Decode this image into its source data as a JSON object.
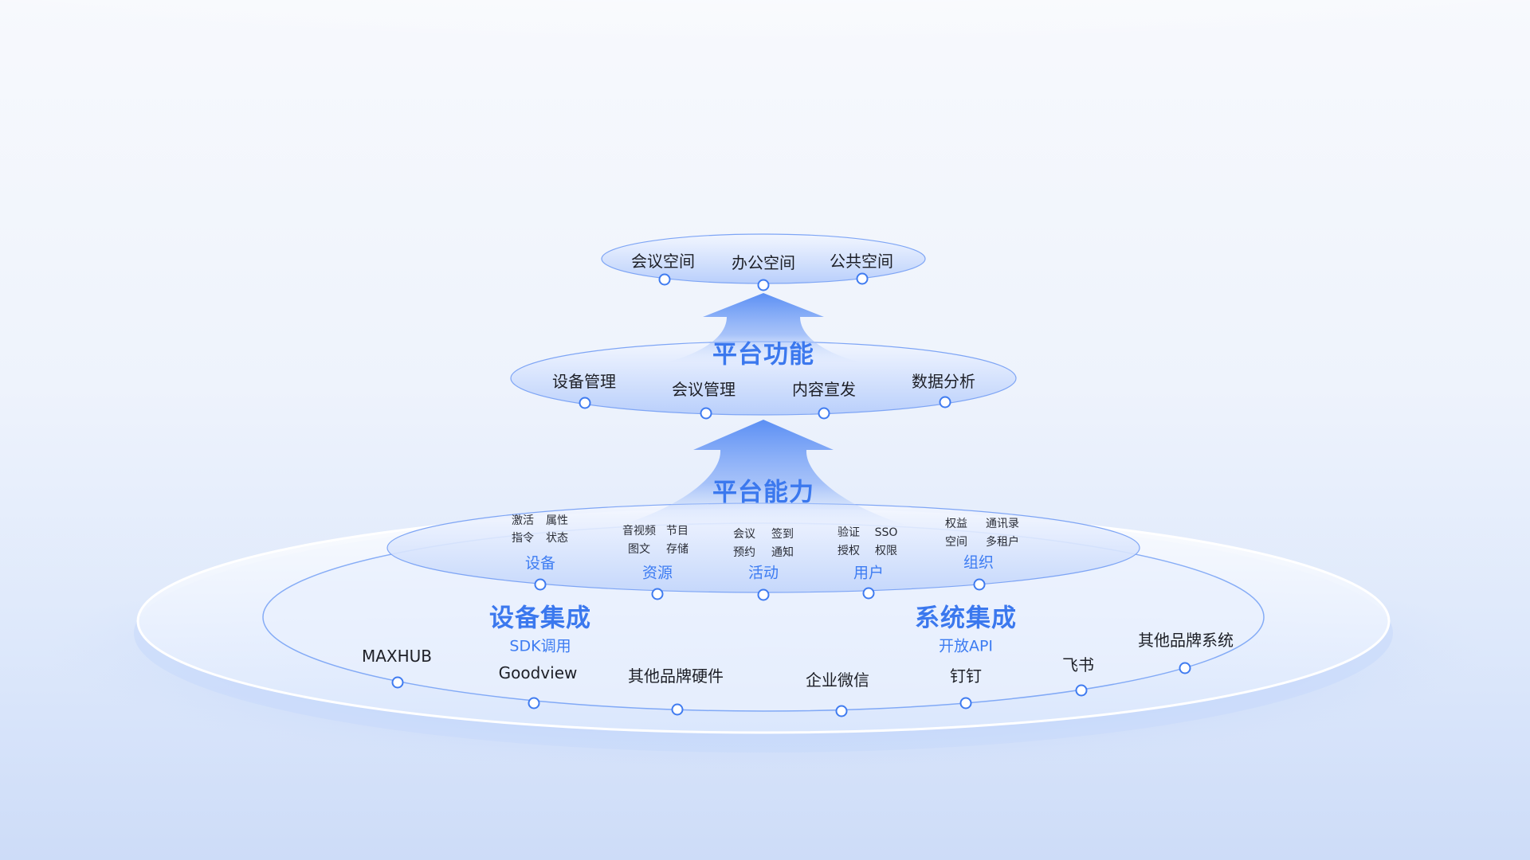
{
  "top_ring": {
    "items": [
      "会议空间",
      "办公空间",
      "公共空间"
    ]
  },
  "function_ring": {
    "title": "平台功能",
    "items": [
      "设备管理",
      "会议管理",
      "内容宣发",
      "数据分析"
    ]
  },
  "capability_ring": {
    "title": "平台能力",
    "groups": [
      {
        "name": "设备",
        "sub": [
          "激活",
          "属性",
          "指令",
          "状态"
        ]
      },
      {
        "name": "资源",
        "sub": [
          "音视频",
          "节目",
          "图文",
          "存储"
        ]
      },
      {
        "name": "活动",
        "sub": [
          "会议",
          "签到",
          "预约",
          "通知"
        ]
      },
      {
        "name": "用户",
        "sub": [
          "验证",
          "SSO",
          "授权",
          "权限"
        ]
      },
      {
        "name": "组织",
        "sub": [
          "权益",
          "通讯录",
          "空间",
          "多租户"
        ]
      }
    ]
  },
  "base_ring": {
    "device_integration": {
      "title": "设备集成",
      "subtitle": "SDK调用"
    },
    "system_integration": {
      "title": "系统集成",
      "subtitle": "开放API"
    },
    "items": [
      "MAXHUB",
      "Goodview",
      "其他品牌硬件",
      "企业微信",
      "钉钉",
      "飞书",
      "其他品牌系统"
    ]
  },
  "colors": {
    "accent": "#3b78ee",
    "node_border": "#3f7bf0",
    "ring_fill": "#bcd2fb"
  }
}
